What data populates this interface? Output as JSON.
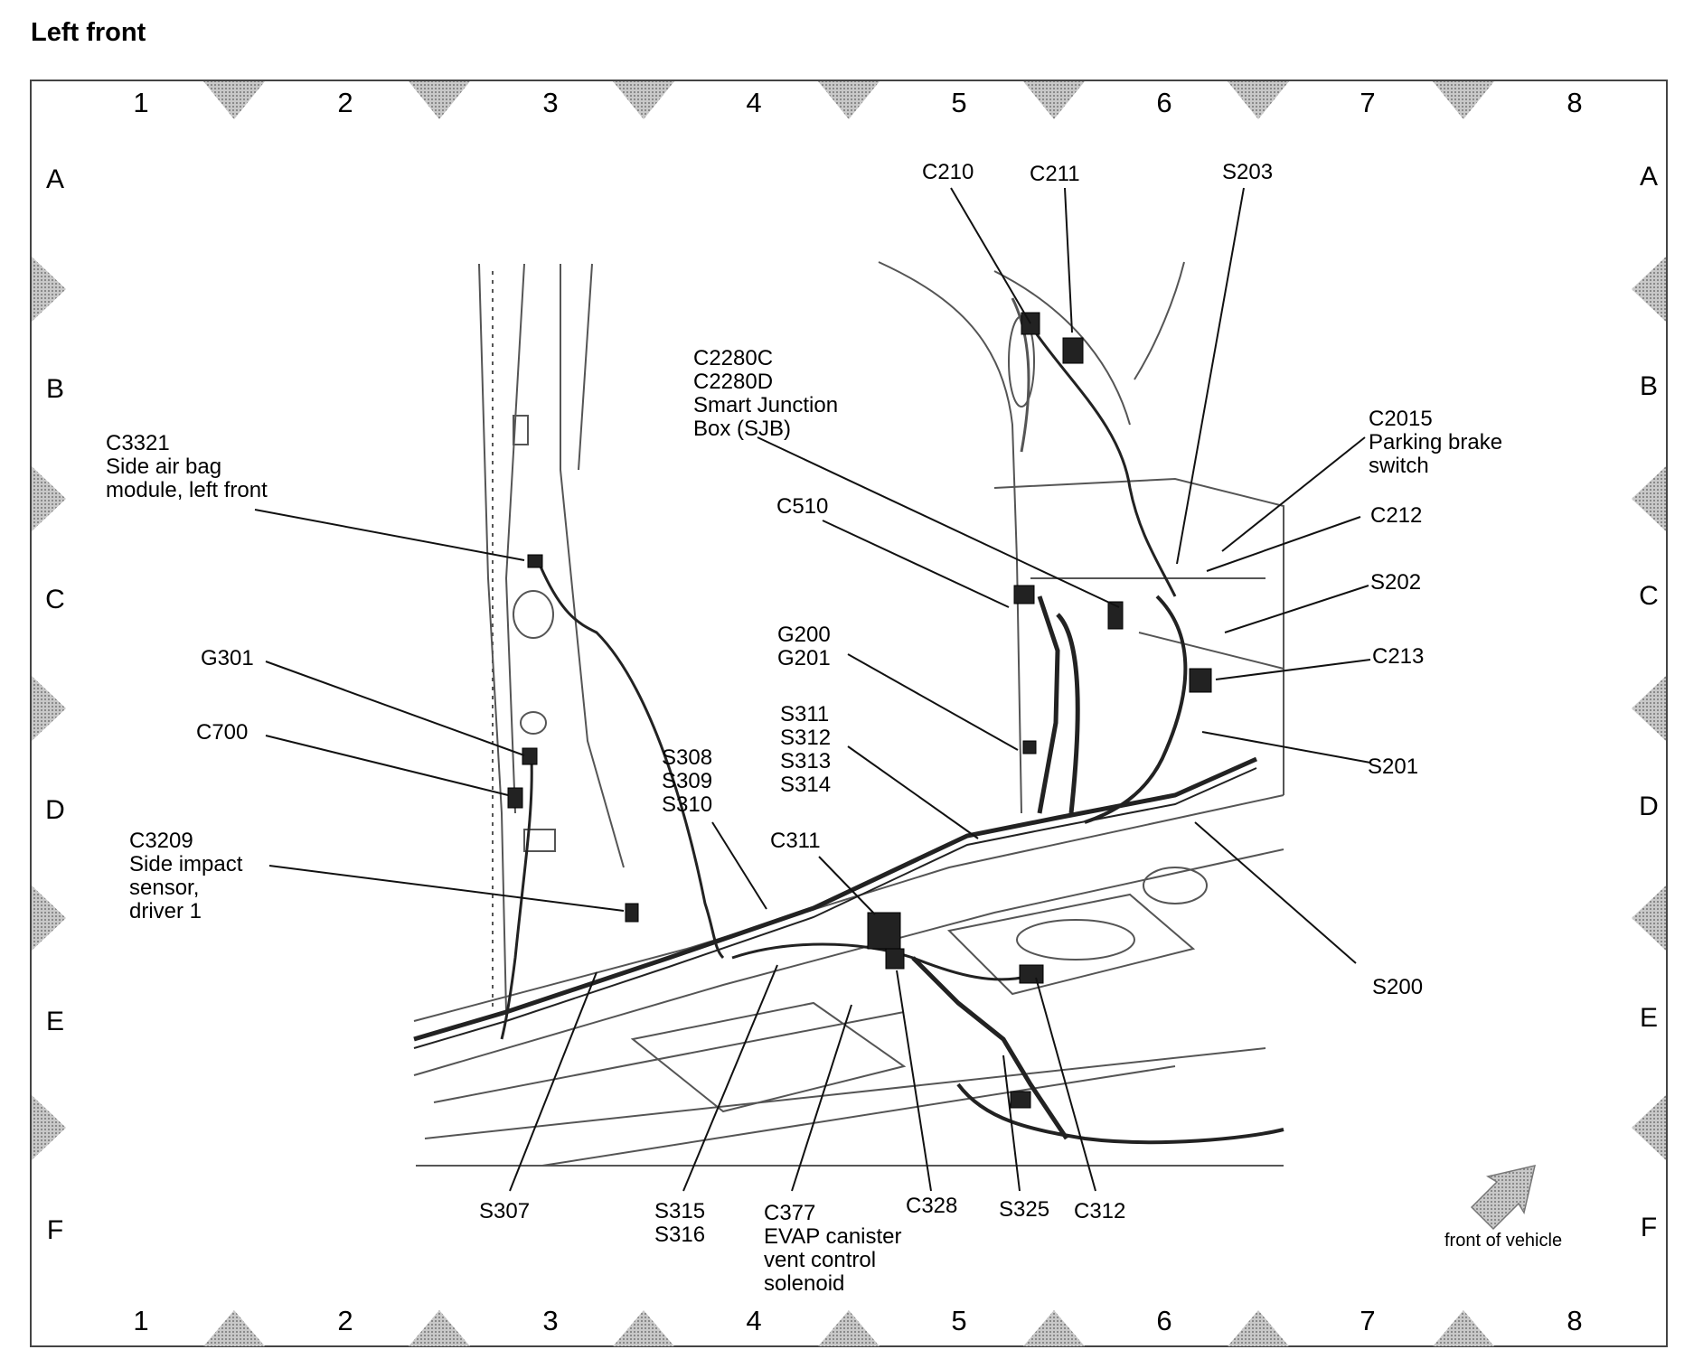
{
  "title": "Left front",
  "grid": {
    "columns": [
      "1",
      "2",
      "3",
      "4",
      "5",
      "6",
      "7",
      "8"
    ],
    "rows": [
      "A",
      "B",
      "C",
      "D",
      "E",
      "F"
    ]
  },
  "callouts": [
    {
      "id": "c210",
      "lines": [
        "C210"
      ]
    },
    {
      "id": "c211",
      "lines": [
        "C211"
      ]
    },
    {
      "id": "s203",
      "lines": [
        "S203"
      ]
    },
    {
      "id": "c2280",
      "lines": [
        "C2280C",
        "C2280D",
        "Smart Junction",
        "Box (SJB)"
      ]
    },
    {
      "id": "c3321",
      "lines": [
        "C3321",
        "Side air bag",
        "module, left front"
      ]
    },
    {
      "id": "c2015",
      "lines": [
        "C2015",
        "Parking brake",
        "switch"
      ]
    },
    {
      "id": "c510",
      "lines": [
        "C510"
      ]
    },
    {
      "id": "c212",
      "lines": [
        "C212"
      ]
    },
    {
      "id": "s202",
      "lines": [
        "S202"
      ]
    },
    {
      "id": "g200",
      "lines": [
        "G200",
        "G201"
      ]
    },
    {
      "id": "c213",
      "lines": [
        "C213"
      ]
    },
    {
      "id": "g301",
      "lines": [
        "G301"
      ]
    },
    {
      "id": "s311",
      "lines": [
        "S311",
        "S312",
        "S313",
        "S314"
      ]
    },
    {
      "id": "c700",
      "lines": [
        "C700"
      ]
    },
    {
      "id": "s308",
      "lines": [
        "S308",
        "S309",
        "S310"
      ]
    },
    {
      "id": "s201",
      "lines": [
        "S201"
      ]
    },
    {
      "id": "c3209",
      "lines": [
        "C3209",
        "Side impact",
        "sensor,",
        "driver 1"
      ]
    },
    {
      "id": "c311",
      "lines": [
        "C311"
      ]
    },
    {
      "id": "s200",
      "lines": [
        "S200"
      ]
    },
    {
      "id": "s307",
      "lines": [
        "S307"
      ]
    },
    {
      "id": "s315",
      "lines": [
        "S315",
        "S316"
      ]
    },
    {
      "id": "c377",
      "lines": [
        "C377",
        "EVAP canister",
        "vent control",
        "solenoid"
      ]
    },
    {
      "id": "c328",
      "lines": [
        "C328"
      ]
    },
    {
      "id": "s325",
      "lines": [
        "S325"
      ]
    },
    {
      "id": "c312",
      "lines": [
        "C312"
      ]
    }
  ],
  "front_label": "front of vehicle",
  "colors": {
    "line": "#111111",
    "grid_marker": "#9a9a9a",
    "drawing": "#555555"
  }
}
